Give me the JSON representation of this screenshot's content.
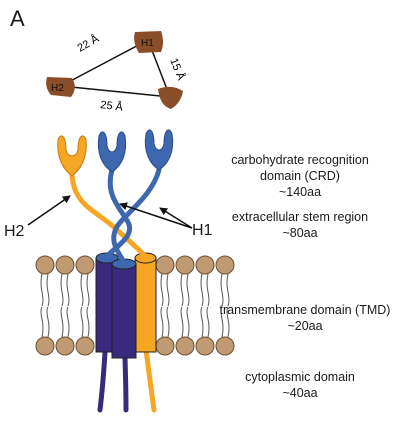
{
  "panel_label": "A",
  "colors": {
    "yellow": "#f6a623",
    "blue": "#3d68b0",
    "purple": "#3a2a7d",
    "lipid_head": "#bf9a72",
    "site": "#8a4d2a"
  },
  "triangle": {
    "sites": [
      "H1",
      "H2"
    ],
    "distances": [
      "22 Å",
      "15 Å",
      "25 Å"
    ]
  },
  "chain_labels": {
    "h2": "H2",
    "h1": "H1"
  },
  "domains": [
    {
      "lines": [
        "carbohydrate recognition",
        "domain (CRD)",
        "~140aa"
      ]
    },
    {
      "lines": [
        "extracellular stem region",
        "~80aa"
      ]
    },
    {
      "lines": [
        "transmembrane domain (TMD)",
        "~20aa"
      ]
    },
    {
      "lines": [
        "cytoplasmic domain",
        "~40aa"
      ]
    }
  ]
}
